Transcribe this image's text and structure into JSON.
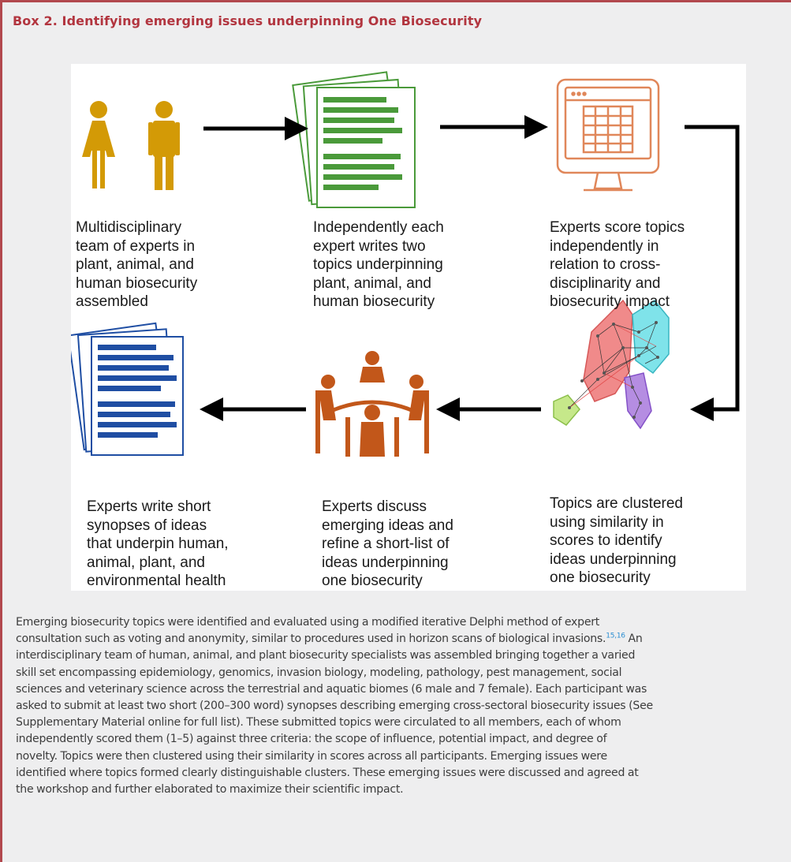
{
  "box": {
    "title": "Box 2. Identifying emerging issues underpinning One Biosecurity"
  },
  "figure": {
    "steps": [
      {
        "icon": "people-icon",
        "caption": "Multidisciplinary\nteam of experts in\nplant, animal, and\nhuman biosecurity\nassembled"
      },
      {
        "icon": "documents-icon",
        "caption": "Independently each\nexpert writes two\ntopics underpinning\nplant, animal, and\nhuman biosecurity"
      },
      {
        "icon": "computer-spreadsheet-icon",
        "caption": "Experts score topics\nindependently in\nrelation to cross-\ndisciplinarity and\nbiosecurity impact"
      },
      {
        "icon": "network-cluster-icon",
        "caption": "Topics are clustered\nusing similarity in\nscores to identify\nideas underpinning\none biosecurity"
      },
      {
        "icon": "round-table-meeting-icon",
        "caption": "Experts discuss\nemerging ideas and\nrefine a short-list of\nideas underpinning\none biosecurity"
      },
      {
        "icon": "written-synopses-icon",
        "caption": "Experts write short\nsynopses of ideas\nthat underpin human,\nanimal, plant, and\nenvironmental health"
      }
    ],
    "colors": {
      "people": "#d39a06",
      "documents": "#4a9a3a",
      "computer": "#e0875a",
      "meeting": "#c2571a",
      "synopses": "#1f4ea3",
      "cluster_red": "#f08a8a",
      "cluster_cyan": "#7fe3ea",
      "cluster_green": "#c6e88a",
      "cluster_purple": "#b58de2"
    }
  },
  "body": {
    "lines": [
      "Emerging biosecurity topics were identified and evaluated using a modified iterative Delphi method of expert",
      "consultation such as voting and anonymity, similar to procedures used in horizon scans of biological invasions.",
      "interdisciplinary team of human, animal, and plant biosecurity specialists was assembled bringing together a varied",
      "skill set encompassing epidemiology, genomics, invasion biology, modeling, pathology, pest management, social",
      "sciences and veterinary science across the terrestrial and aquatic biomes (6 male and 7 female). Each participant was",
      "asked to submit at least two short (200–300 word) synopses describing emerging cross-sectoral biosecurity issues (See",
      "Supplementary Material online for full list). These submitted topics were circulated to all members, each of whom",
      "independently scored them (1–5) against three criteria: the scope of influence, potential impact, and degree of",
      "novelty. Topics were then clustered using their similarity in scores across all participants. Emerging issues were",
      "identified where topics formed clearly distinguishable clusters. These emerging issues were discussed and agreed at",
      "the workshop and further elaborated to maximize their scientific impact."
    ],
    "ref": "15,16",
    "line2_tail": " An"
  }
}
